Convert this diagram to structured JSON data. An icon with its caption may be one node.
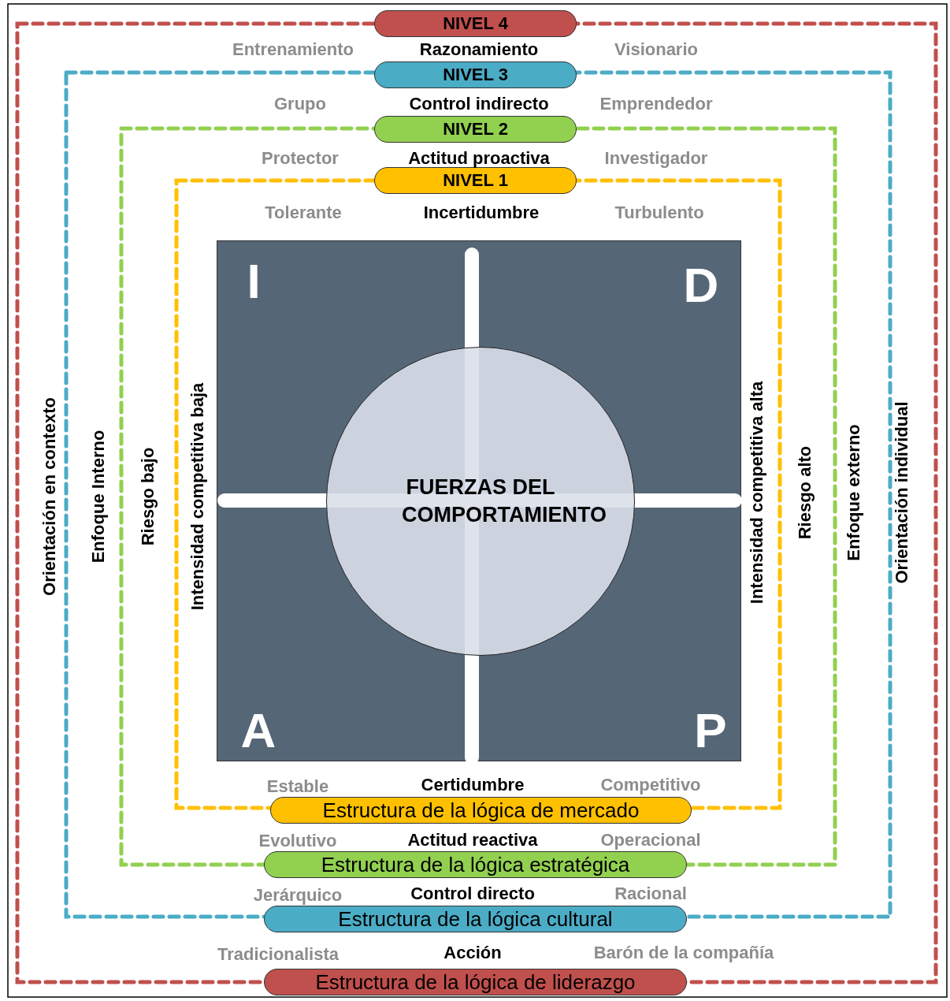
{
  "diagram": {
    "nodes": [
      {
        "text": [
          "NIVEL 4"
        ]
      },
      {
        "text": [
          "NIVEL 3"
        ]
      },
      {
        "text": [
          "NIVEL 2"
        ]
      },
      {
        "text": [
          "NIVEL 1"
        ]
      },
      {
        "text": [],
        "shape": "box"
      },
      {
        "text": [
          "FUERZAS DEL COMPORTAMIENTO"
        ],
        "in": 4
      },
      {
        "text": [
          "Estructura de la lógica de mercado"
        ]
      },
      {
        "text": [
          "Estructura de la lógica estratégica"
        ]
      },
      {
        "text": [
          "Estructura de la lógica cultural"
        ]
      },
      {
        "text": [
          "Estructura de la lógica de liderazgo"
        ]
      }
    ],
    "edges": [],
    "labels": [
      "Entrenamiento",
      "Razonamiento",
      "Visionario",
      "Grupo",
      "Control indirecto",
      "Emprendedor",
      "Protector",
      "Actitud proactiva",
      "Investigador",
      "Tolerante",
      "Incertidumbre",
      "Turbulento",
      "I",
      "D",
      "Orientación en contexto",
      "Enfoque Interno",
      "Riesgo bajo",
      "Intensidad competitiva baja",
      "Intensidad competitiva alta",
      "Riesgo alto",
      "Enfoque externo",
      "Orientación individual",
      "A",
      "P",
      "Estable",
      "Certidumbre",
      "Competitivo",
      "Evolutivo",
      "Actitud reactiva",
      "Operacional",
      "Jerárquico",
      "Control directo",
      "Racional",
      "Tradicionalista",
      "Acción",
      "Barón de la compañía"
    ]
  }
}
